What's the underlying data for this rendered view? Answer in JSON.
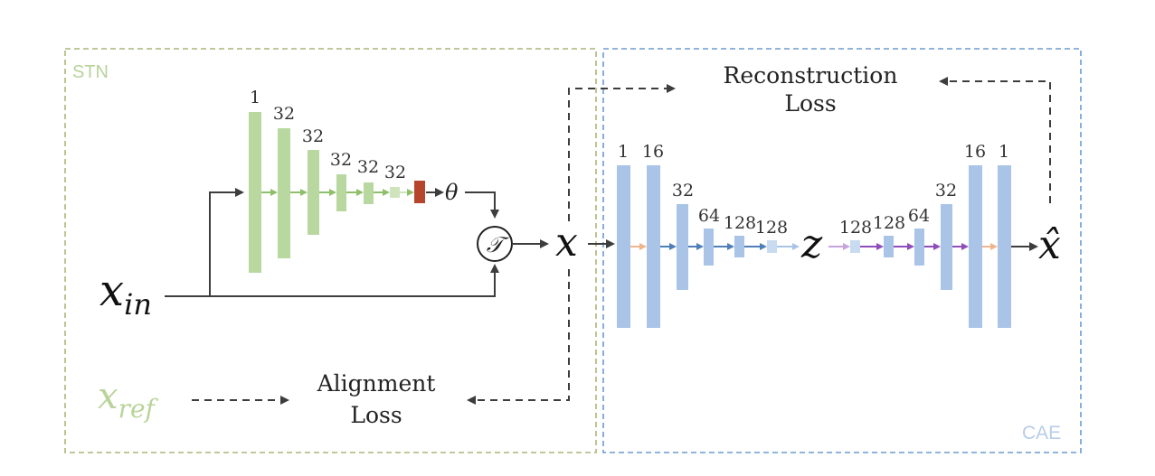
{
  "stn": {
    "panel_label": "STN",
    "layer_labels": [
      "1",
      "32",
      "32",
      "32",
      "32",
      "32"
    ],
    "theta_label": "θ",
    "transform_symbol": "𝒯",
    "input_label": "x",
    "input_subscript": "in",
    "ref_label": "x",
    "ref_subscript": "ref",
    "alignment_loss_line1": "Alignment",
    "alignment_loss_line2": "Loss"
  },
  "cae": {
    "panel_label": "CAE",
    "encoder_labels": [
      "1",
      "16",
      "32",
      "64",
      "128",
      "128"
    ],
    "latent_label": "z",
    "decoder_labels": [
      "128",
      "128",
      "64",
      "32",
      "16",
      "1"
    ],
    "output_label": "x̂",
    "reconstruction_loss_line1": "Reconstruction",
    "reconstruction_loss_line2": "Loss"
  },
  "aligned_label": "x",
  "colors": {
    "stn_border": "#a9b77a",
    "stn_text": "#b9d39a",
    "stn_bar": "#b9d89f",
    "stn_theta_block": "#b5462d",
    "cae_border": "#6b9bd1",
    "cae_text": "#b8cde9",
    "cae_bar": "#a9c4e6",
    "arrow_dark": "#3d3d3d",
    "arrow_blue": "#4f7fb8",
    "arrow_purple": "#8e4db8",
    "arrow_orange": "#f0b58c"
  }
}
